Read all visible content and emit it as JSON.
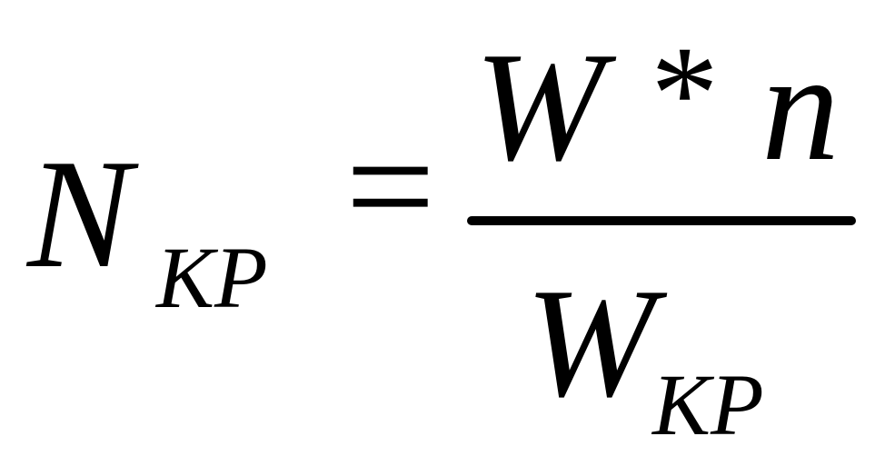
{
  "formula": {
    "lhs": {
      "main": "N",
      "subscript": "KP"
    },
    "equals": "=",
    "numerator": {
      "left": "W",
      "operator": "*",
      "right": "n"
    },
    "denominator": {
      "main": "W",
      "subscript": "KP"
    }
  },
  "colors": {
    "ink": "#000000",
    "background": "#ffffff"
  }
}
